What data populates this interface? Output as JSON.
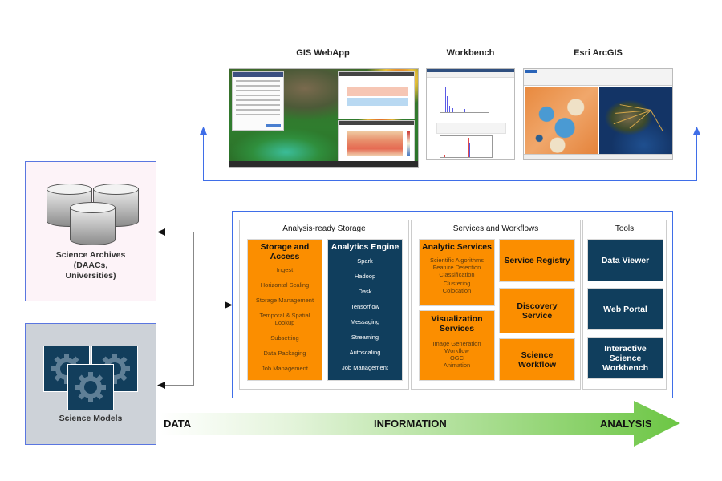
{
  "screenshots": [
    {
      "label": "GIS WebApp"
    },
    {
      "label": "Workbench"
    },
    {
      "label": "Esri ArcGIS"
    }
  ],
  "sources": {
    "archives": {
      "label_lines": [
        "Science Archives",
        "(DAACs,",
        "Universities)"
      ],
      "icon": "database-cylinder-icon"
    },
    "models": {
      "label": "Science Models",
      "icon": "gear-icon"
    }
  },
  "system": {
    "storage": {
      "title": "Analysis-ready Storage",
      "storage_access": {
        "title_lines": [
          "Storage and",
          "Access"
        ],
        "items": [
          "Ingest",
          "Horizontal Scaling",
          "Storage Management",
          "Temporal & Spatial Lookup",
          "Subsetting",
          "Data Packaging",
          "Job Management"
        ]
      },
      "analytics_engine": {
        "title": "Analytics Engine",
        "items": [
          "Spark",
          "Hadoop",
          "Dask",
          "Tensorflow",
          "Messaging",
          "Streaming",
          "Autoscaling",
          "Job Management"
        ]
      }
    },
    "services": {
      "title": "Services and Workflows",
      "analytic_services": {
        "title": "Analytic Services",
        "items": [
          "Scientific Algorithms",
          "Feature Detection",
          "Classification",
          "Clustering",
          "Colocation"
        ]
      },
      "visualization_services": {
        "title_lines": [
          "Visualization",
          "Services"
        ],
        "items": [
          "Image Generation",
          "Workflow",
          "OGC",
          "Animation"
        ]
      },
      "service_registry": {
        "label": "Service Registry"
      },
      "discovery_service": {
        "label_lines": [
          "Discovery",
          "Service"
        ]
      },
      "science_workflow": {
        "label_lines": [
          "Science",
          "Workflow"
        ]
      }
    },
    "tools": {
      "title": "Tools",
      "items": [
        {
          "label_lines": [
            "Data Viewer"
          ]
        },
        {
          "label_lines": [
            "Web Portal"
          ]
        },
        {
          "label_lines": [
            "Interactive",
            "Science",
            "Workbench"
          ]
        }
      ]
    }
  },
  "flow": {
    "labels": [
      "DATA",
      "INFORMATION",
      "ANALYSIS"
    ],
    "colors": {
      "start": "#ffffff",
      "end": "#6cc644"
    }
  },
  "colors": {
    "orange": "#fb8e00",
    "navy": "#103e5d",
    "connector_blue": "#3f6ee8"
  }
}
